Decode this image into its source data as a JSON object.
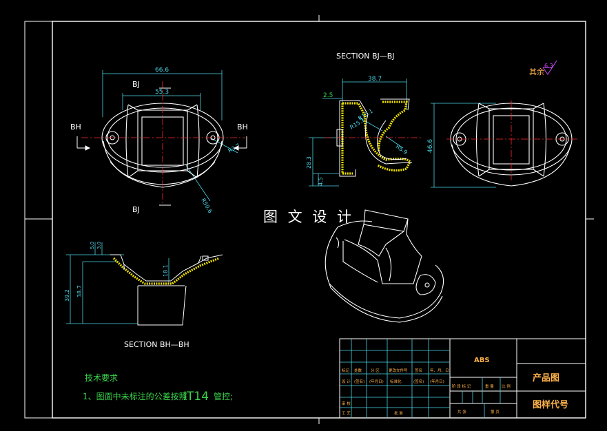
{
  "watermark": "图 文 设 计",
  "sections": {
    "top": "SECTION BJ—BJ",
    "bottom": "SECTION BH—BH"
  },
  "section_marks": {
    "bj": "BJ",
    "bh": "BH"
  },
  "roughness": {
    "label": "其余",
    "value": "6.3"
  },
  "dimensions": {
    "top_view": [
      "66.6",
      "55.3",
      "R3.7",
      "R50.6"
    ],
    "section_bj": [
      "38.7",
      "2.5",
      "R16.1",
      "R15.1",
      "28.3",
      "4.5",
      "R5.9"
    ],
    "side_view": [
      "46.6"
    ],
    "section_bh": [
      "5.0",
      "3.0",
      "39.2",
      "38.7",
      "18.1"
    ]
  },
  "notes": {
    "title": "技术要求",
    "item1_prefix": "1、图面中未标注的公差按照",
    "item1_grade": "IT14",
    "item1_suffix": "管控;"
  },
  "title_block": {
    "material": "ABS",
    "drawing_type": "产品图",
    "drawing_code": "图样代号",
    "revision_row": [
      "标记",
      "处数",
      "分 区",
      "更改文件号",
      "签名",
      "年、月、日"
    ],
    "design_row": [
      "设 计",
      "(签名)",
      "(年月日)",
      "标准化",
      "(签名)",
      "(年月日)"
    ],
    "review_row": [
      "审 核",
      "",
      "",
      "",
      "",
      ""
    ],
    "process_row": [
      "工 艺",
      "",
      "批 准",
      "",
      "",
      ""
    ],
    "stage_row": [
      "阶 段 标 记",
      "重 量",
      "比 例"
    ],
    "sheet_row": [
      "共  张",
      "第  页"
    ]
  },
  "colors": {
    "background": "#000000",
    "outline": "#ffffff",
    "dimension": "#4dd6e8",
    "center_line": "#ff2a2a",
    "hatch": "#f0e000",
    "note_text": "#39d34a",
    "roughness": "#d24dff"
  }
}
